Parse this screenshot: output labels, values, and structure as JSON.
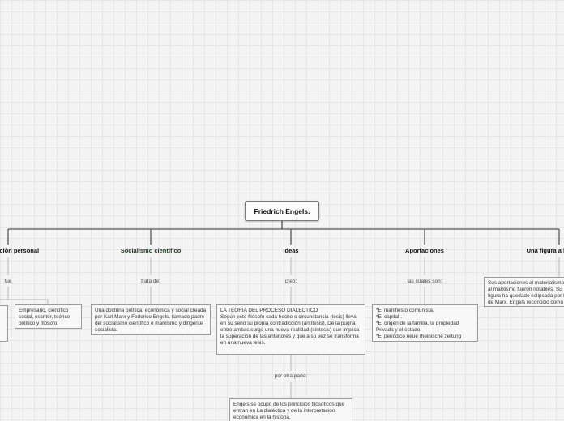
{
  "root": {
    "title": "Friedrich Engels."
  },
  "branches": {
    "personal": {
      "title": "Información personal",
      "link": "fue",
      "note": "Empresario, científico social, escritor, teórico político y filósofo."
    },
    "socialismo": {
      "title": "Socialismo científico",
      "link": "trata de:",
      "note": "Una doctrina política, económica y social creada por Karl Marx y Federico Engels. llamado padre del socialismo científico o marxismo y dirigente socialista."
    },
    "ideas": {
      "title": "Ideas",
      "link": "creó:",
      "note": "LA TEORIA DEL PROCESO DIALECTICO\nSegún este filósofo cada hecho o circunstancia (tesis) lleva en su seno su propia contradicción (antítesis). De la pugna entre ambas surge una nueva realidad (síntesis) que implica la superación de las anteriores y que a su vez se transforma en una nueva tesis.",
      "link2": "por otra parte:",
      "note2": "Engels se ocupó de los principios filosóficos que entran en La dialéctica y de la interpretación económica en la historia."
    },
    "aportaciones": {
      "title": "Aportaciones",
      "link": "las cuales son:",
      "note": "*El manifiesto comunista.\n*El capital .\n*El origen de la familia, la propiedad Privada y el estado.\n*El periódico neue rheinische zeitung"
    },
    "figura": {
      "title": "Una figura a la sombra",
      "note": "Sus aportaciones al materialismo y al marxismo fueron notables. Su figura ha quedado eclipsada por la de Marx. Engels reconoció como una mente superior."
    }
  }
}
